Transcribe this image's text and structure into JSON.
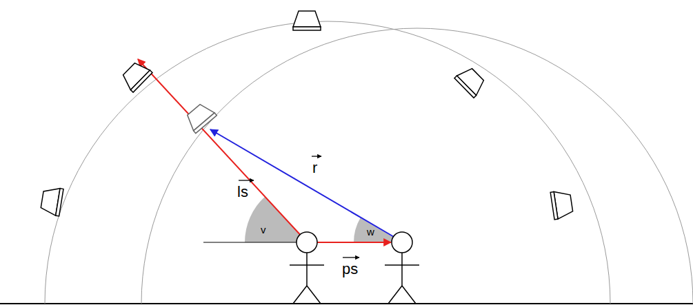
{
  "diagram": {
    "labels": [
      "r",
      "ls",
      "ps",
      "v",
      "w"
    ]
  }
}
